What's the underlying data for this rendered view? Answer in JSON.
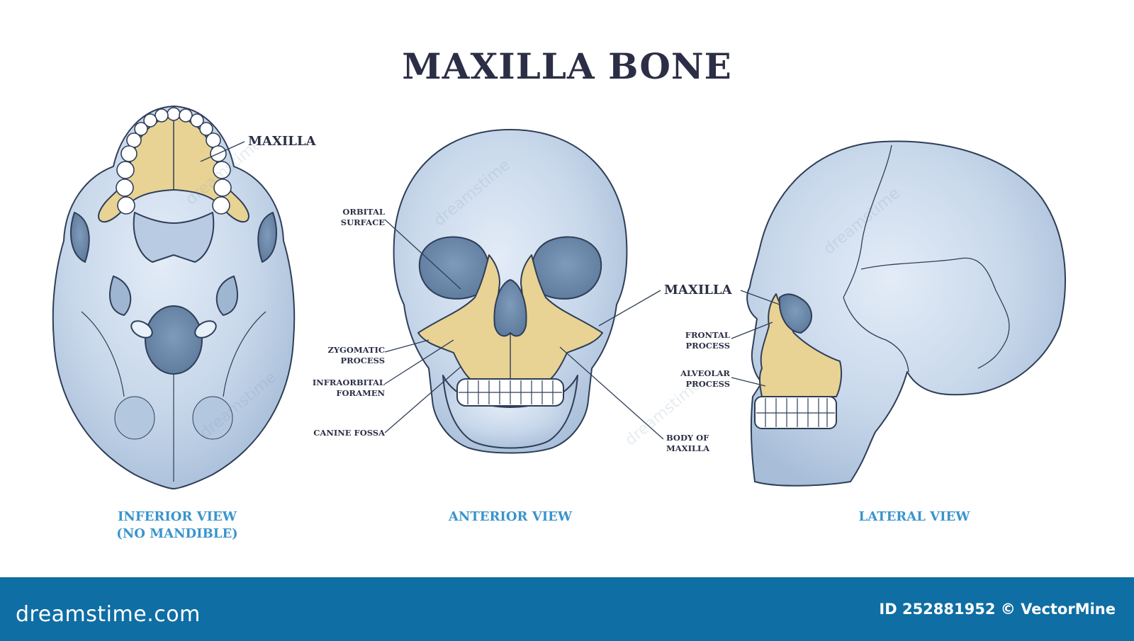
{
  "title": "MAXILLA BONE",
  "inferior": {
    "maxilla_label": "MAXILLA",
    "view_line1": "INFERIOR VIEW",
    "view_line2": "(NO MANDIBLE)"
  },
  "anterior": {
    "orbital_1": "ORBITAL",
    "orbital_2": "SURFACE",
    "zygomatic_1": "ZYGOMATIC",
    "zygomatic_2": "PROCESS",
    "infraorbital_1": "INFRAORBITAL",
    "infraorbital_2": "FORAMEN",
    "canine": "CANINE FOSSA",
    "maxilla_label": "MAXILLA",
    "body_1": "BODY OF",
    "body_2": "MAXILLA",
    "view": "ANTERIOR VIEW"
  },
  "lateral": {
    "frontal_1": "FRONTAL",
    "frontal_2": "PROCESS",
    "alveolar_1": "ALVEOLAR",
    "alveolar_2": "PROCESS",
    "view": "LATERAL VIEW"
  },
  "footer": {
    "brand": "dreamstime.com",
    "stock_id": "ID 252881952 © VectorMine"
  },
  "colors": {
    "bone": "#c9d9ec",
    "bone_shadow": "#9eb6d2",
    "maxilla": "#e8d394",
    "outline": "#2f3e58",
    "title": "#2b2e45",
    "view_label": "#3a94cc",
    "footer_bg": "#0f6ea3"
  }
}
